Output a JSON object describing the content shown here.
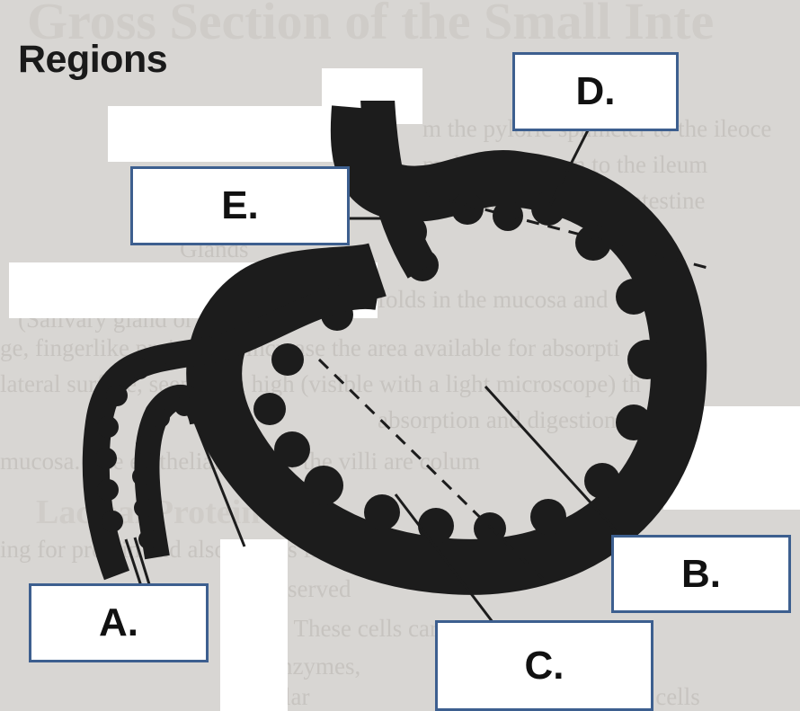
{
  "heading": "Regions",
  "labels": {
    "a": "A.",
    "b": "B.",
    "c": "C.",
    "d": "D.",
    "e": "E."
  },
  "colors": {
    "box_border": "#3d5f8f",
    "intestine": "#1c1c1c",
    "background": "#d8d6d3"
  }
}
